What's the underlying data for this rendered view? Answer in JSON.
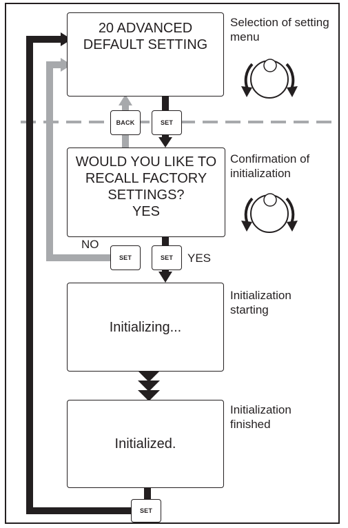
{
  "boxes": {
    "advanced_default": "20 ADVANCED\nDEFAULT SETTING",
    "confirm": "WOULD YOU LIKE TO\nRECALL FACTORY\nSETTINGS?\nYES",
    "initializing": "Initializing...",
    "initialized": "Initialized."
  },
  "descriptions": {
    "selection": "Selection of setting\nmenu",
    "confirmation": "Confirmation of\ninitialization",
    "starting": "Initialization\nstarting",
    "finished": "Initialization\nfinished"
  },
  "buttons": {
    "back": "BACK",
    "set": "SET"
  },
  "tags": {
    "no": "NO",
    "yes": "YES"
  },
  "colors": {
    "primary_arrow": "#231f20",
    "secondary_arrow": "#a7a9ac",
    "divider": "#a7a9ac"
  },
  "icons": [
    "rotary-knob-icon",
    "arrow-icon"
  ]
}
